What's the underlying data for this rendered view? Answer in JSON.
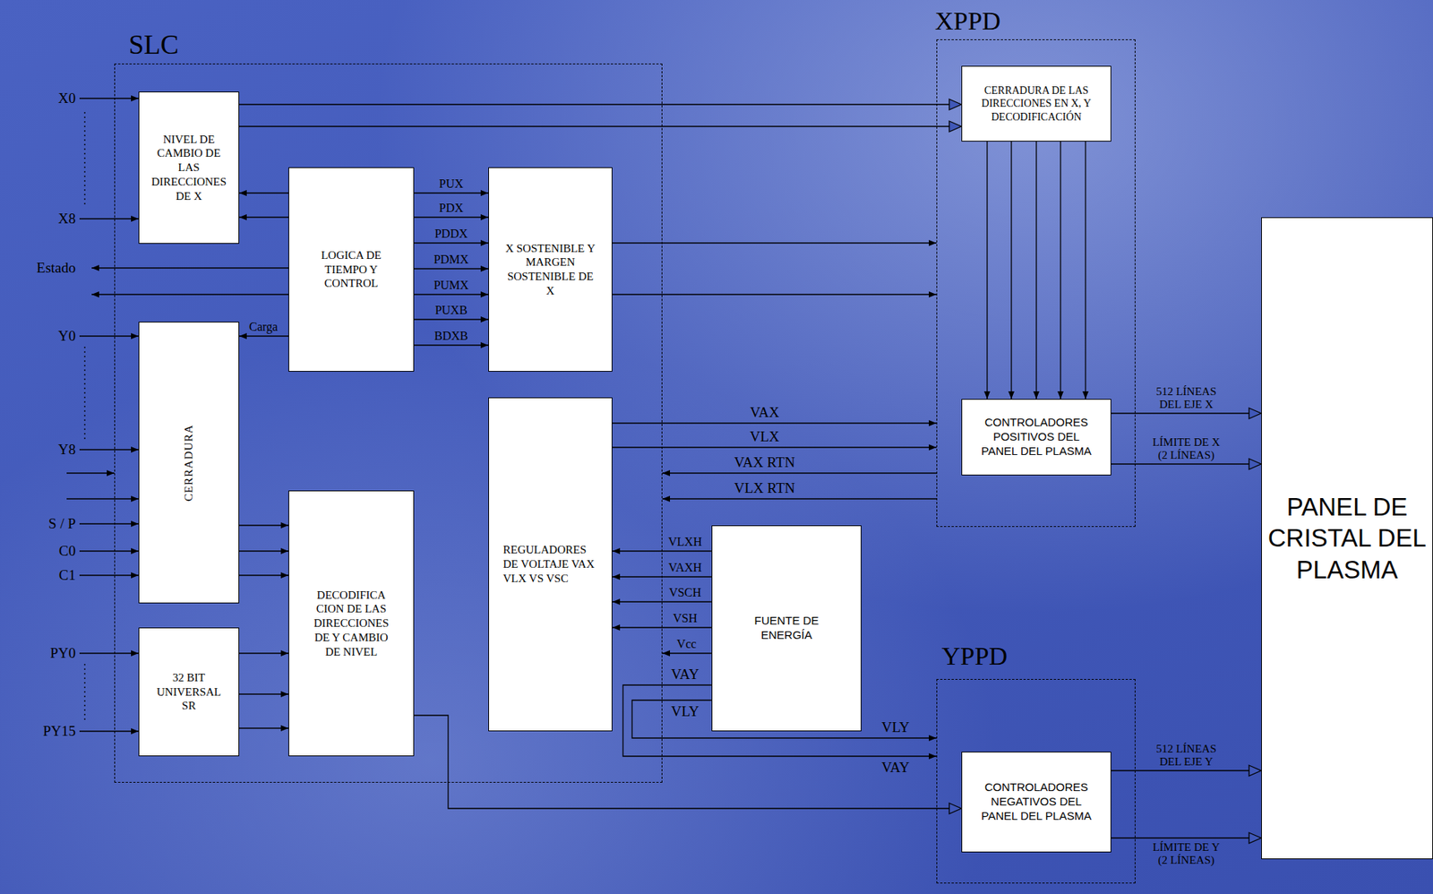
{
  "diagram": {
    "nodes": [
      {
        "text": [
          "SLC"
        ]
      },
      {
        "text": [
          "NIVEL DE CAMBIO DE LAS DIRECCIONES DE X"
        ],
        "in": 0
      },
      {
        "text": [
          "LOGICA DE TIEMPO Y CONTROL"
        ],
        "in": 0
      },
      {
        "text": [
          "X SOSTENIBLE Y MARGEN SOSTENIBLE DE X"
        ],
        "in": 0
      },
      {
        "text": [
          "CERRADURA"
        ],
        "in": 0
      },
      {
        "text": [
          "REGULADORES DE VOLTAJE VAX VLX VS VSC"
        ],
        "in": 0
      },
      {
        "text": [
          "DECODIFICA CION DE LAS DIRECCIONES DE Y CAMBIO DE NIVEL"
        ],
        "in": 0
      },
      {
        "text": [
          "32 BIT UNIVERSAL SR"
        ],
        "in": 0
      },
      {
        "text": [
          "XPPD"
        ]
      },
      {
        "text": [
          "CERRADURA DE LAS DIRECCIONES EN X, Y DECODIFICACIÓN"
        ],
        "in": 8
      },
      {
        "text": [
          "CONTROLADORES POSITIVOS DEL PANEL DEL PLASMA"
        ],
        "in": 8
      },
      {
        "text": [
          "FUENTE DE ENERGÍA"
        ]
      },
      {
        "text": [
          "YPPD"
        ]
      },
      {
        "text": [
          "CONTROLADORES NEGATIVOS DEL PANEL DEL PLASMA"
        ],
        "in": 12
      },
      {
        "text": [
          "PANEL DE CRISTAL DEL PLASMA"
        ]
      }
    ],
    "edges": [
      {
        "from": 1,
        "to": 9,
        "arrow": "to"
      },
      {
        "from": 1,
        "to": 9,
        "arrow": "to"
      },
      {
        "from": 2,
        "to": 1,
        "arrow": "to"
      },
      {
        "from": 2,
        "to": 1,
        "arrow": "to"
      },
      {
        "from": 2,
        "to": 3,
        "label": "PUX",
        "arrow": "to"
      },
      {
        "from": 2,
        "to": 3,
        "label": "PDX",
        "arrow": "to"
      },
      {
        "from": 2,
        "to": 3,
        "label": "PDDX",
        "arrow": "to"
      },
      {
        "from": 2,
        "to": 3,
        "label": "PDMX",
        "arrow": "to"
      },
      {
        "from": 2,
        "to": 3,
        "label": "PUMX",
        "arrow": "to"
      },
      {
        "from": 2,
        "to": 3,
        "label": "PUXB",
        "arrow": "to"
      },
      {
        "from": 2,
        "to": 3,
        "label": "BDXB",
        "arrow": "to"
      },
      {
        "from": 2,
        "to": 4,
        "label": "Carga",
        "arrow": "to"
      },
      {
        "from": 3,
        "to": 8,
        "arrow": "to"
      },
      {
        "from": 3,
        "to": 8,
        "arrow": "to"
      },
      {
        "from": 5,
        "to": 8,
        "label": "VAX",
        "arrow": "to"
      },
      {
        "from": 5,
        "to": 8,
        "label": "VLX",
        "arrow": "to"
      },
      {
        "from": 8,
        "to": 0,
        "label": "VAX RTN",
        "arrow": "to"
      },
      {
        "from": 8,
        "to": 0,
        "label": "VLX RTN",
        "arrow": "to"
      },
      {
        "from": 11,
        "to": 5,
        "label": "VLXH",
        "arrow": "to"
      },
      {
        "from": 11,
        "to": 5,
        "label": "VAXH",
        "arrow": "to"
      },
      {
        "from": 11,
        "to": 5,
        "label": "VSCH",
        "arrow": "to"
      },
      {
        "from": 11,
        "to": 5,
        "label": "VSH",
        "arrow": "to"
      },
      {
        "from": 11,
        "to": 0,
        "label": "Vcc",
        "arrow": "to"
      },
      {
        "from": 11,
        "to": 12,
        "label": "VLY",
        "arrow": "to"
      },
      {
        "from": 11,
        "to": 12,
        "label": "VAY",
        "arrow": "to"
      },
      {
        "from": 4,
        "to": 6,
        "arrow": "to"
      },
      {
        "from": 4,
        "to": 6,
        "arrow": "to"
      },
      {
        "from": 4,
        "to": 6,
        "arrow": "to"
      },
      {
        "from": 7,
        "to": 6,
        "arrow": "to"
      },
      {
        "from": 7,
        "to": 6,
        "arrow": "to"
      },
      {
        "from": 7,
        "to": 6,
        "arrow": "to"
      },
      {
        "from": 9,
        "to": 10,
        "arrow": "to"
      },
      {
        "from": 9,
        "to": 10,
        "arrow": "to"
      },
      {
        "from": 9,
        "to": 10,
        "arrow": "to"
      },
      {
        "from": 9,
        "to": 10,
        "arrow": "to"
      },
      {
        "from": 9,
        "to": 10,
        "arrow": "to"
      },
      {
        "from": 10,
        "to": 14,
        "label": "512 LÍNEAS DEL EJE X",
        "arrow": "to"
      },
      {
        "from": 10,
        "to": 14,
        "label": "LÍMITE DE X (2 LÍNEAS)",
        "arrow": "to"
      },
      {
        "from": 6,
        "to": 13,
        "arrow": "to"
      },
      {
        "from": 13,
        "to": 14,
        "label": "512 LÍNEAS DEL EJE Y",
        "arrow": "to"
      },
      {
        "from": 13,
        "to": 14,
        "label": "LÍMITE DE Y (2 LÍNEAS)",
        "arrow": "to"
      }
    ],
    "labels": [
      "X0",
      "X8",
      "Estado",
      "Y0",
      "Y8",
      "S / P",
      "C0",
      "C1",
      "PY0",
      "PY15",
      "VAY",
      "VLY"
    ]
  }
}
